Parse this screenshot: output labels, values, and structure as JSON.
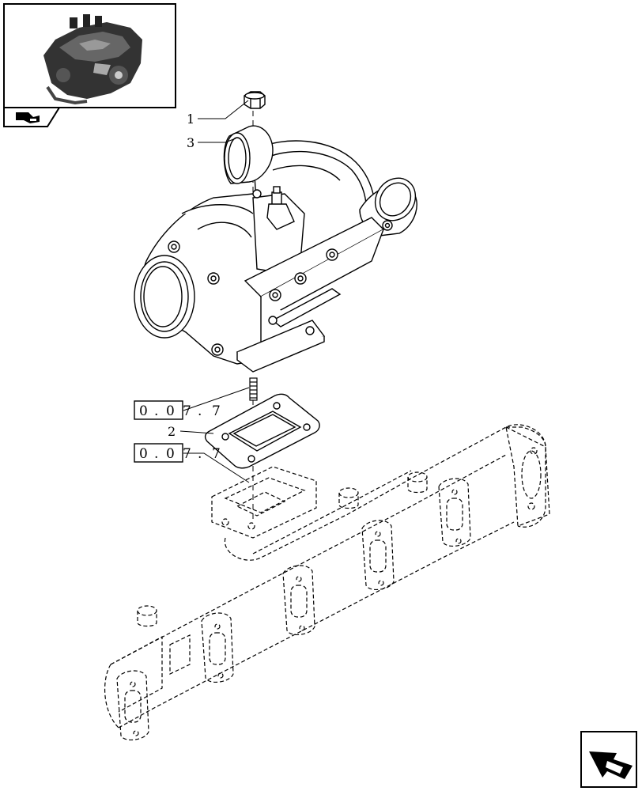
{
  "callouts": [
    {
      "number": "1",
      "part": "nut"
    },
    {
      "number": "3",
      "part": "turbocharger"
    },
    {
      "number": "2",
      "part": "gasket"
    }
  ],
  "references": [
    {
      "chars": [
        "0",
        ".",
        "0",
        "7",
        ".",
        "7"
      ]
    },
    {
      "chars": [
        "0",
        ".",
        "0",
        "7",
        ".",
        "7"
      ]
    }
  ],
  "icons": [
    "engine-thumbnail-icon",
    "navigation-bookmark-icon",
    "next-page-arrow-icon"
  ]
}
